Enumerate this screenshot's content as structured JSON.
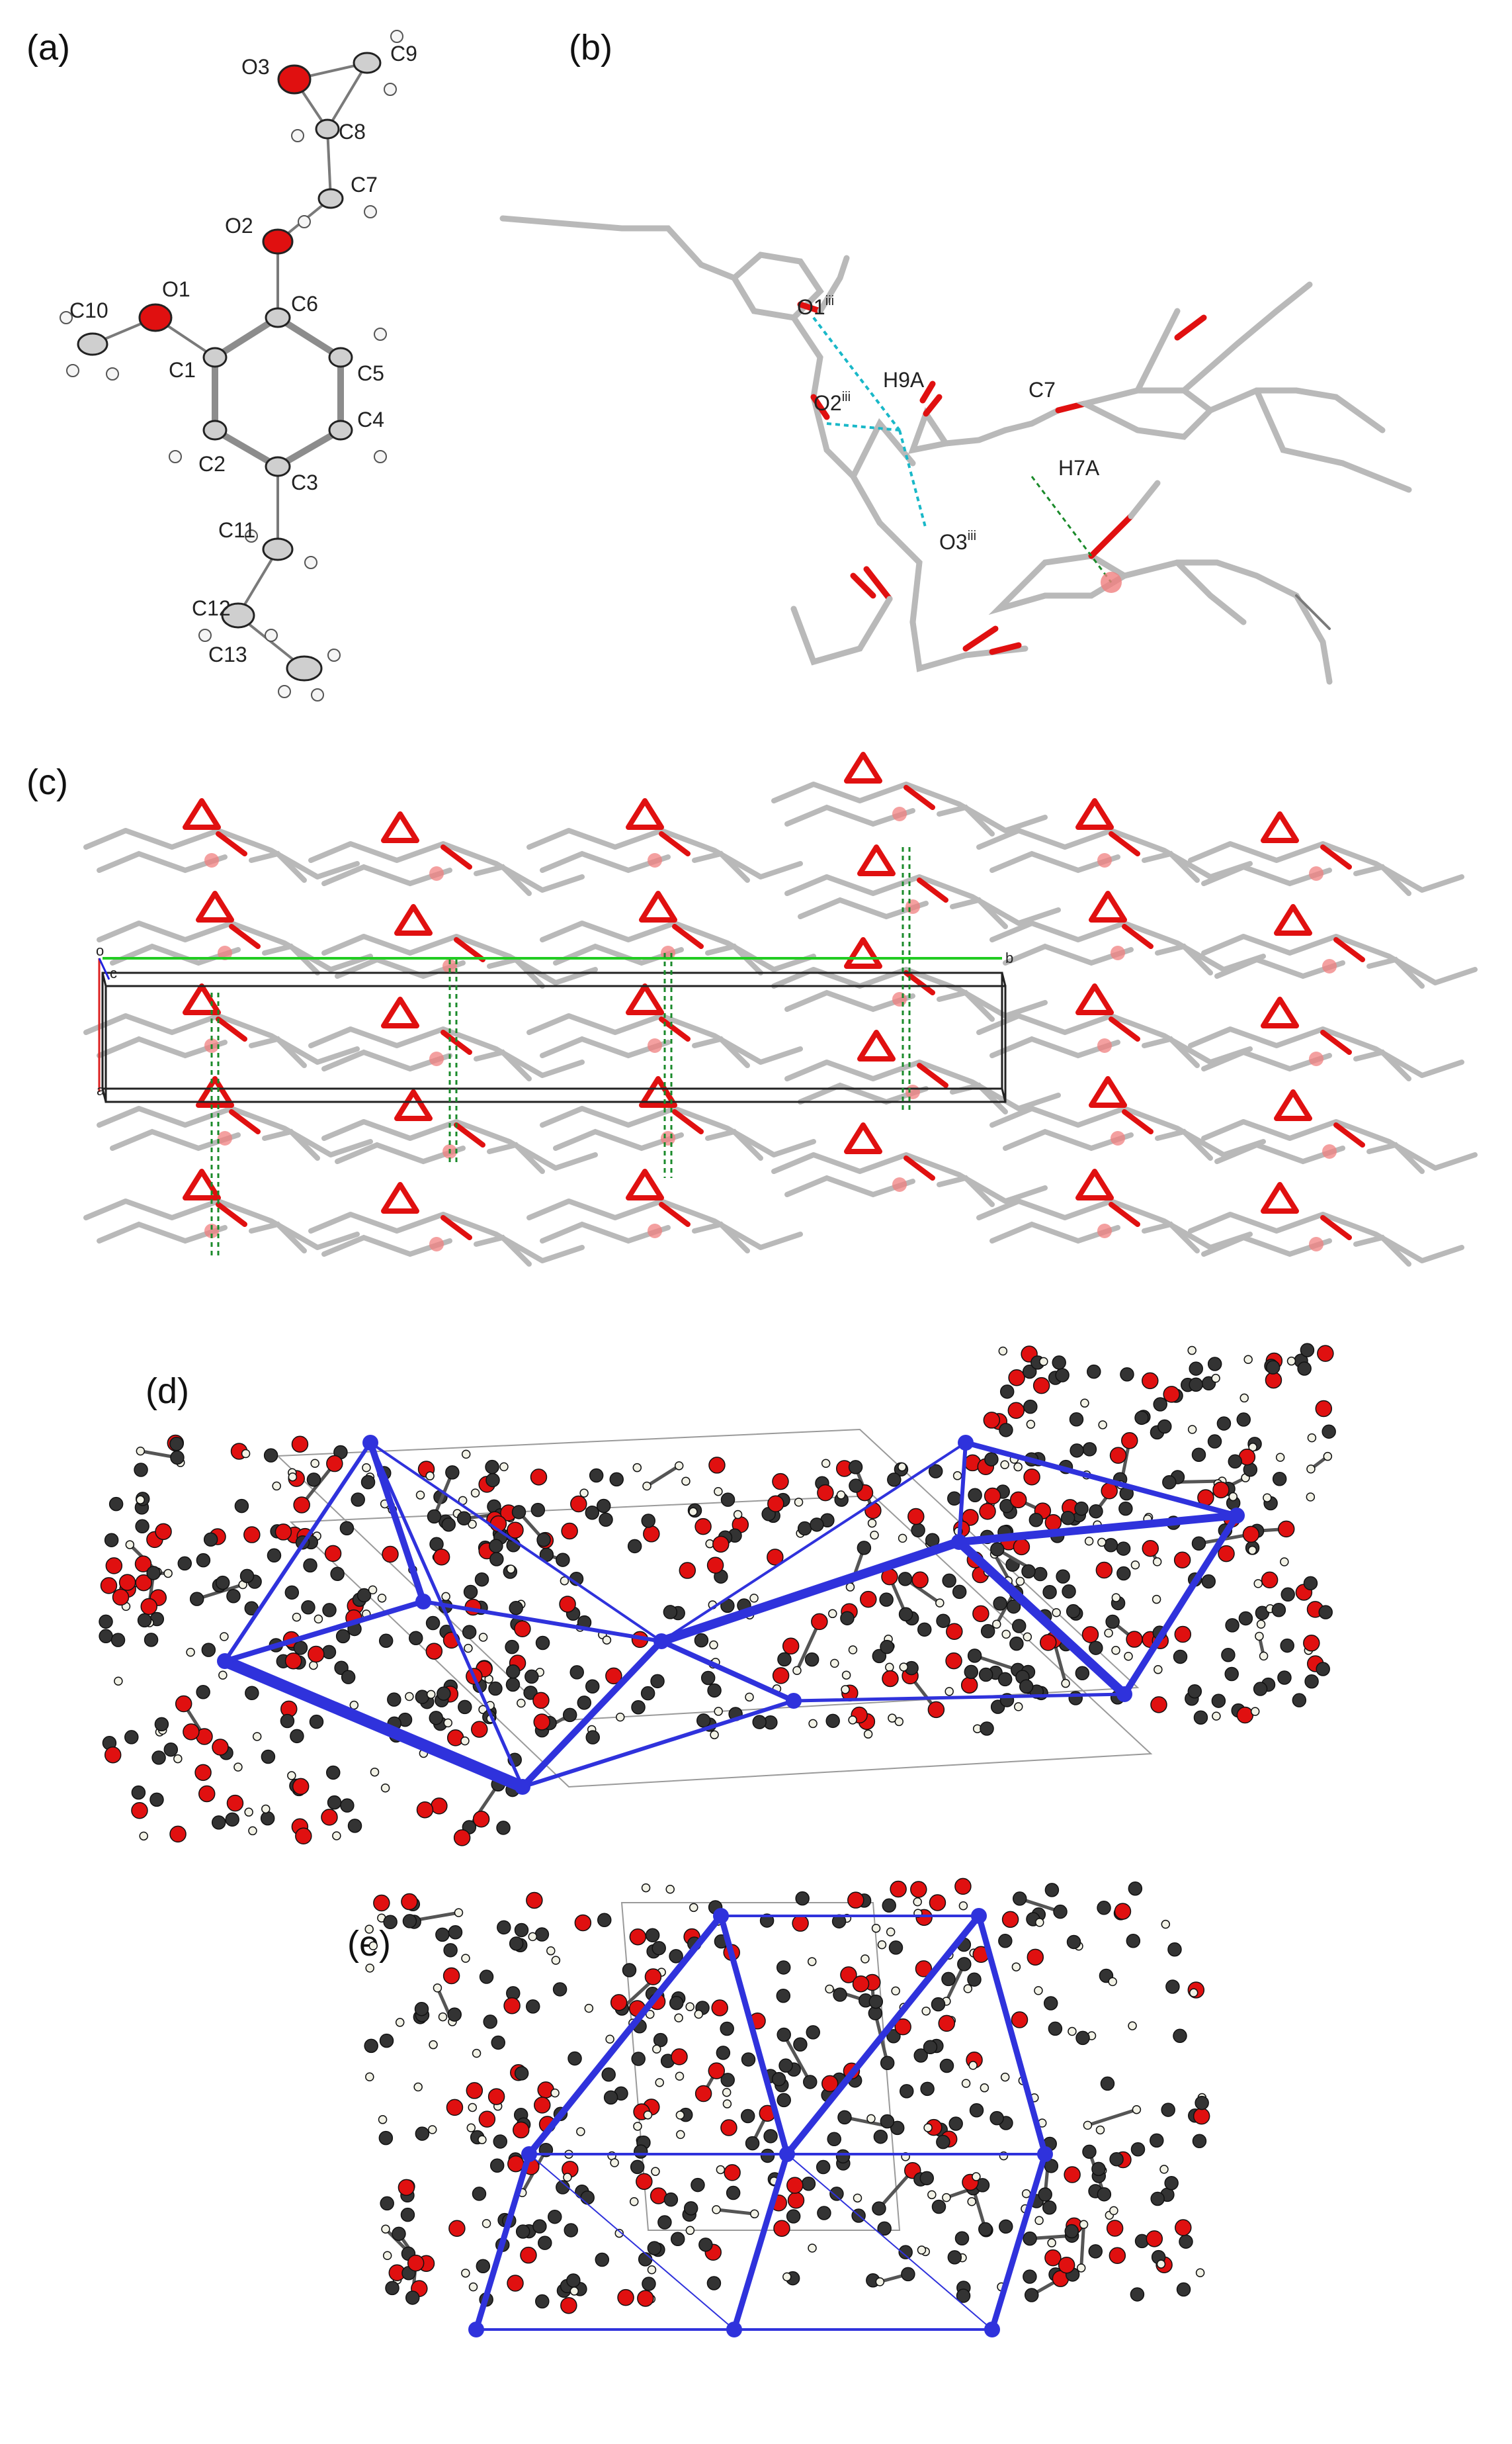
{
  "panels": {
    "a": {
      "label": "(a)",
      "atoms": [
        "O3",
        "C9",
        "C8",
        "C7",
        "O2",
        "C6",
        "O1",
        "C10",
        "C1",
        "C5",
        "C4",
        "C2",
        "C3",
        "C11",
        "C12",
        "C13"
      ]
    },
    "b": {
      "label": "(b)",
      "atom_labels": {
        "o1": "O1",
        "o1_sup": "iii",
        "o2": "O2",
        "o2_sup": "iii",
        "o3": "O3",
        "o3_sup": "iii",
        "h9a": "H9A",
        "c7": "C7",
        "h7a": "H7A"
      }
    },
    "c": {
      "label": "(c)",
      "axes": {
        "o": "o",
        "c": "c",
        "a": "a",
        "b": "b"
      }
    },
    "d": {
      "label": "(d)"
    },
    "e": {
      "label": "(e)"
    }
  },
  "colors": {
    "carbon_stick": "#b9b9b9",
    "oxygen": "#e01010",
    "hbond_cyan": "#19b8c8",
    "contact_green": "#1a8a2a",
    "energy_framework": "#2f32dc",
    "axis_b": "#22cc22",
    "axis_a": "#dd2222",
    "axis_c": "#2222dd",
    "carbon_ball": "#333333",
    "hydrogen_ball": "#f2f2e6"
  }
}
